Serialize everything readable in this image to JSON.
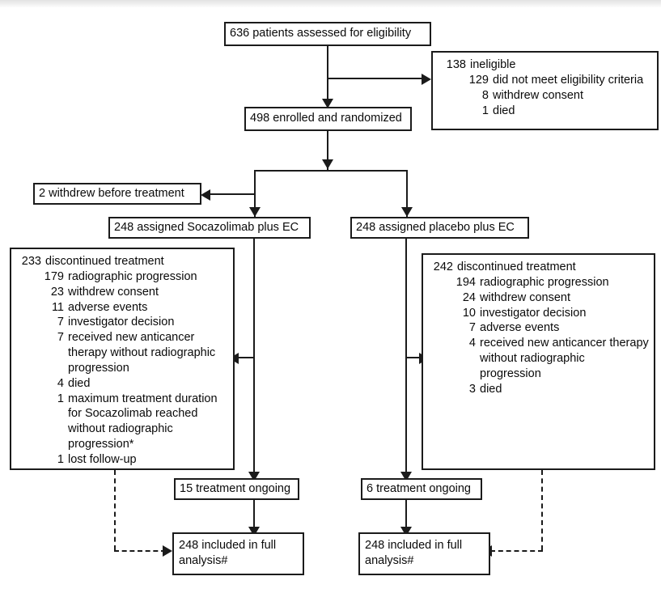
{
  "diagram": {
    "title": "CONSORT patient flow diagram",
    "ink_color": "#1b1b1b",
    "background": "#ffffff"
  },
  "nodes": {
    "assessed": {
      "label": "636 patients assessed for eligibility"
    },
    "ineligible": {
      "header_num": "138",
      "header_text": "ineligible",
      "items": [
        {
          "num": "129",
          "text": "did not meet eligibility criteria"
        },
        {
          "num": "8",
          "text": "withdrew consent"
        },
        {
          "num": "1",
          "text": "died"
        }
      ]
    },
    "enrolled": {
      "label": "498 enrolled and randomized"
    },
    "withdrew_before_treatment": {
      "label": "2 withdrew before treatment"
    },
    "arm_left_assigned": {
      "label": "248 assigned Socazolimab plus EC"
    },
    "arm_right_assigned": {
      "label": "248 assigned placebo plus EC"
    },
    "discontinued_left": {
      "header_num": "233",
      "header_text": "discontinued treatment",
      "items": [
        {
          "num": "179",
          "text": "radiographic progression"
        },
        {
          "num": "23",
          "text": "withdrew consent"
        },
        {
          "num": "11",
          "text": "adverse events"
        },
        {
          "num": "7",
          "text": "investigator decision"
        },
        {
          "num": "7",
          "text": "received new anticancer therapy without radiographic progression"
        },
        {
          "num": "4",
          "text": "died"
        },
        {
          "num": "1",
          "text": "maximum treatment duration for Socazolimab reached without radiographic progression*"
        },
        {
          "num": "1",
          "text": "lost follow-up"
        }
      ]
    },
    "discontinued_right": {
      "header_num": "242",
      "header_text": "discontinued treatment",
      "items": [
        {
          "num": "194",
          "text": "radiographic progression"
        },
        {
          "num": "24",
          "text": "withdrew consent"
        },
        {
          "num": "10",
          "text": "investigator decision"
        },
        {
          "num": "7",
          "text": "adverse events"
        },
        {
          "num": "4",
          "text": "received new anticancer therapy without radiographic progression"
        },
        {
          "num": "3",
          "text": "died"
        }
      ]
    },
    "ongoing_left": {
      "label": "15 treatment ongoing"
    },
    "ongoing_right": {
      "label": "6 treatment ongoing"
    },
    "analysis_left": {
      "line1": "248 included in full",
      "line2": "analysis#"
    },
    "analysis_right": {
      "line1": "248 included in full",
      "line2": "analysis#"
    }
  }
}
